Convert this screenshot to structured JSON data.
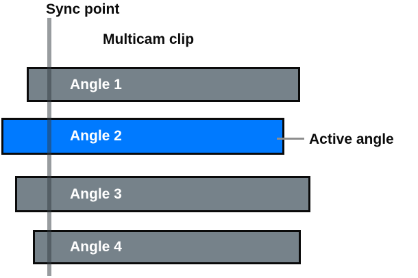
{
  "labels": {
    "sync_point": "Sync point",
    "multicam_clip": "Multicam clip",
    "active_angle": "Active angle"
  },
  "angles": [
    {
      "label": "Angle 1",
      "state": "inactive"
    },
    {
      "label": "Angle 2",
      "state": "active"
    },
    {
      "label": "Angle 3",
      "state": "inactive"
    },
    {
      "label": "Angle 4",
      "state": "inactive"
    }
  ],
  "colors": {
    "active_fill": "#007aff",
    "inactive_fill": "#76828a",
    "border_color": "#0a0a0a",
    "sync_line_color": "#989ea3",
    "callout_color": "#8e8e8e",
    "label_text": "#ffffff",
    "caption_text": "#0b0b0b"
  }
}
